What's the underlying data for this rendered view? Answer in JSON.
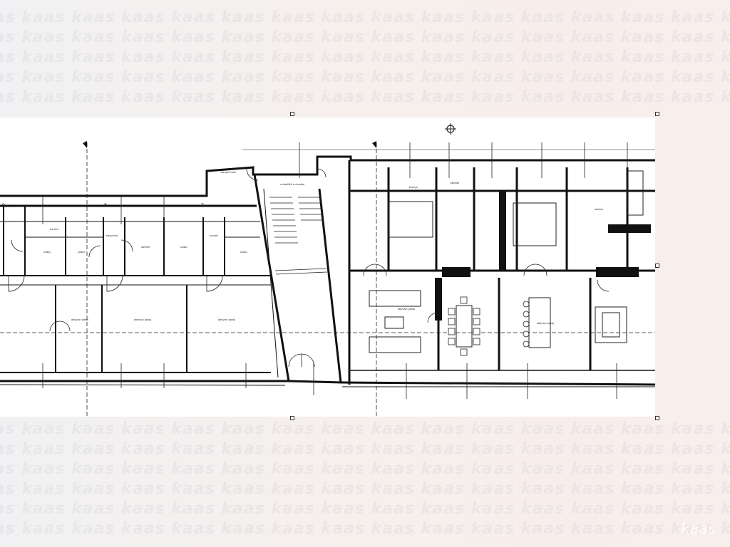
{
  "watermark": {
    "text": "kaas kaas kaas kaas kaas kaas kaas kaas kaas kaas kaas kaas kaas kaas kaas kaas kaas kaas kaas kaas kaas kaas kaas kaas"
  },
  "brand": {
    "logo": "kaas"
  },
  "plan": {
    "grid_labels": [
      "9.",
      "8.",
      "7."
    ],
    "rooms": {
      "r1": "kuchyn",
      "r2": "pokoj",
      "r3": "pokoj",
      "r4": "koupelna",
      "r5": "ložnice",
      "r6": "pokoj",
      "r7": "kuchyn",
      "r8": "pokoj",
      "r9": "obývací pokoj",
      "r10": "obývací pokoj",
      "r11": "obývací pokoj",
      "r12": "schodiště a chodba",
      "r13": "kuchyn",
      "r14": "obývák",
      "r15": "obývací pokoj",
      "r16": "obývací pokoj",
      "r17": "ložnice",
      "r18": "vstupní hala"
    }
  },
  "colors": {
    "wall": "#111111",
    "line": "#222222",
    "paper": "#ffffff"
  }
}
